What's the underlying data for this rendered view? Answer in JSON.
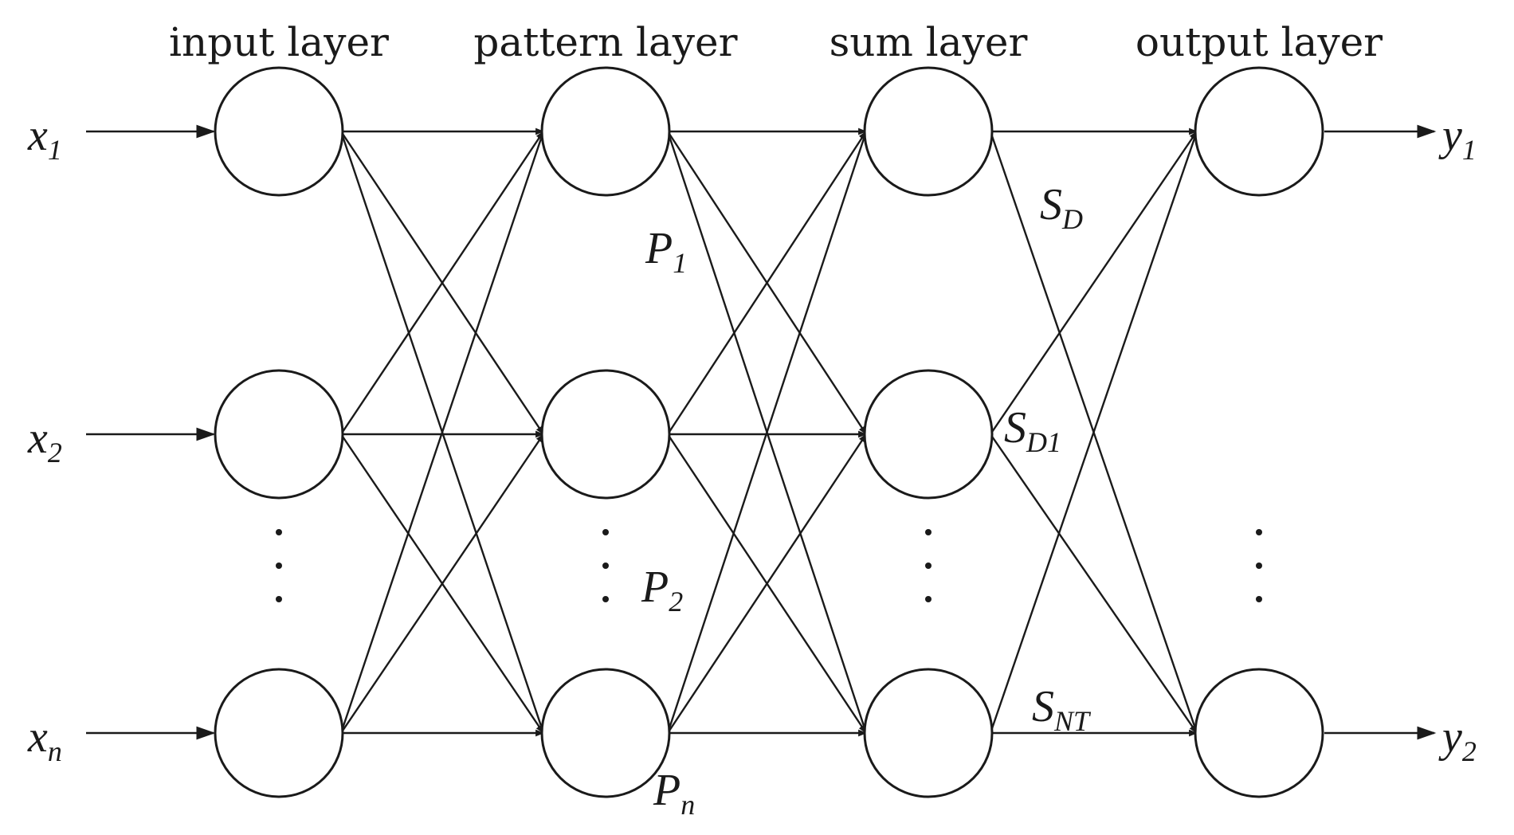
{
  "layers": [
    {
      "title": "input layer"
    },
    {
      "title": "pattern layer"
    },
    {
      "title": "sum layer"
    },
    {
      "title": "output layer"
    }
  ],
  "inputs": [
    {
      "base": "x",
      "sub": "1"
    },
    {
      "base": "x",
      "sub": "2"
    },
    {
      "base": "x",
      "sub": "n"
    }
  ],
  "outputs": [
    {
      "base": "y",
      "sub": "1"
    },
    {
      "base": "y",
      "sub": "2"
    }
  ],
  "pattern_labels": [
    {
      "base": "P",
      "sub": "1"
    },
    {
      "base": "P",
      "sub": "2"
    },
    {
      "base": "P",
      "sub": "n"
    }
  ],
  "sum_labels": [
    {
      "base": "S",
      "sub": "D"
    },
    {
      "base": "S",
      "sub": "D1"
    },
    {
      "base": "S",
      "sub": "NT"
    }
  ]
}
